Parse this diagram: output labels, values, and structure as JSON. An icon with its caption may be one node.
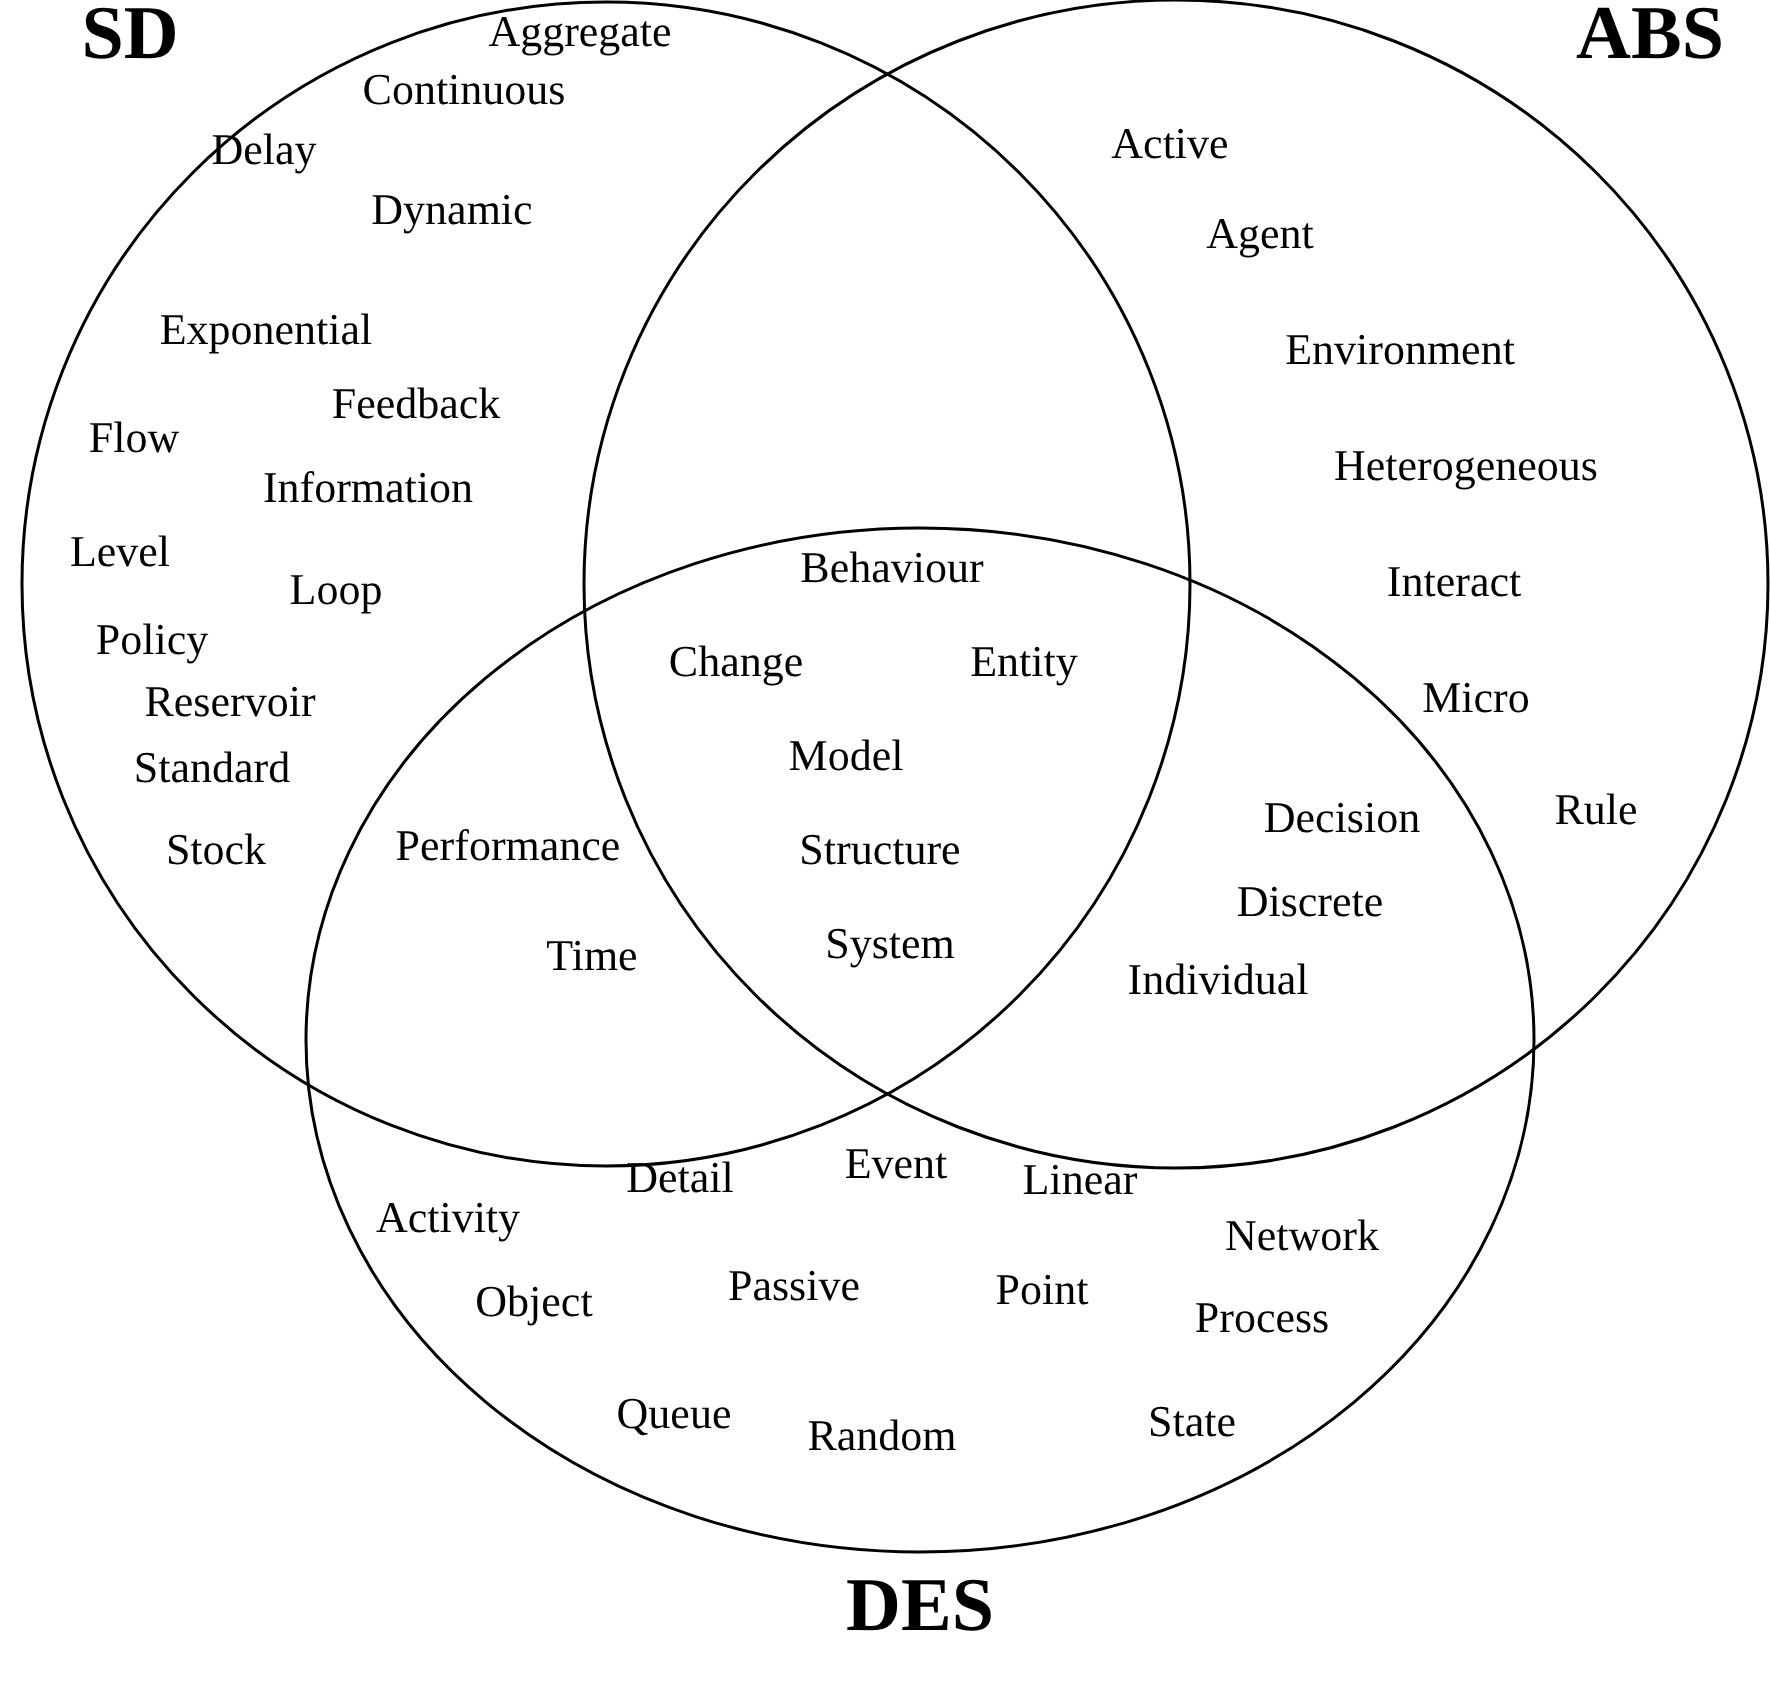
{
  "diagram": {
    "nodes": [
      {
        "text": [
          "SD"
        ]
      },
      {
        "text": [
          "ABS"
        ]
      },
      {
        "text": [
          "DES"
        ]
      }
    ],
    "labels": [
      "Aggregate",
      "Continuous",
      "Active",
      "Delay",
      "Dynamic",
      "Agent",
      "Exponential",
      "Environment",
      "Feedback",
      "Flow",
      "Information",
      "Heterogeneous",
      "Level",
      "Behaviour",
      "Loop",
      "Interact",
      "Policy",
      "Change",
      "Entity",
      "Reservoir",
      "Micro",
      "Model",
      "Standard",
      "Rule",
      "Decision",
      "Performance",
      "Stock",
      "Structure",
      "Discrete",
      "System",
      "Time",
      "Individual",
      "Event",
      "Detail",
      "Linear",
      "Activity",
      "Network",
      "Point",
      "Passive",
      "Object",
      "Process",
      "Queue",
      "State",
      "Random"
    ]
  }
}
